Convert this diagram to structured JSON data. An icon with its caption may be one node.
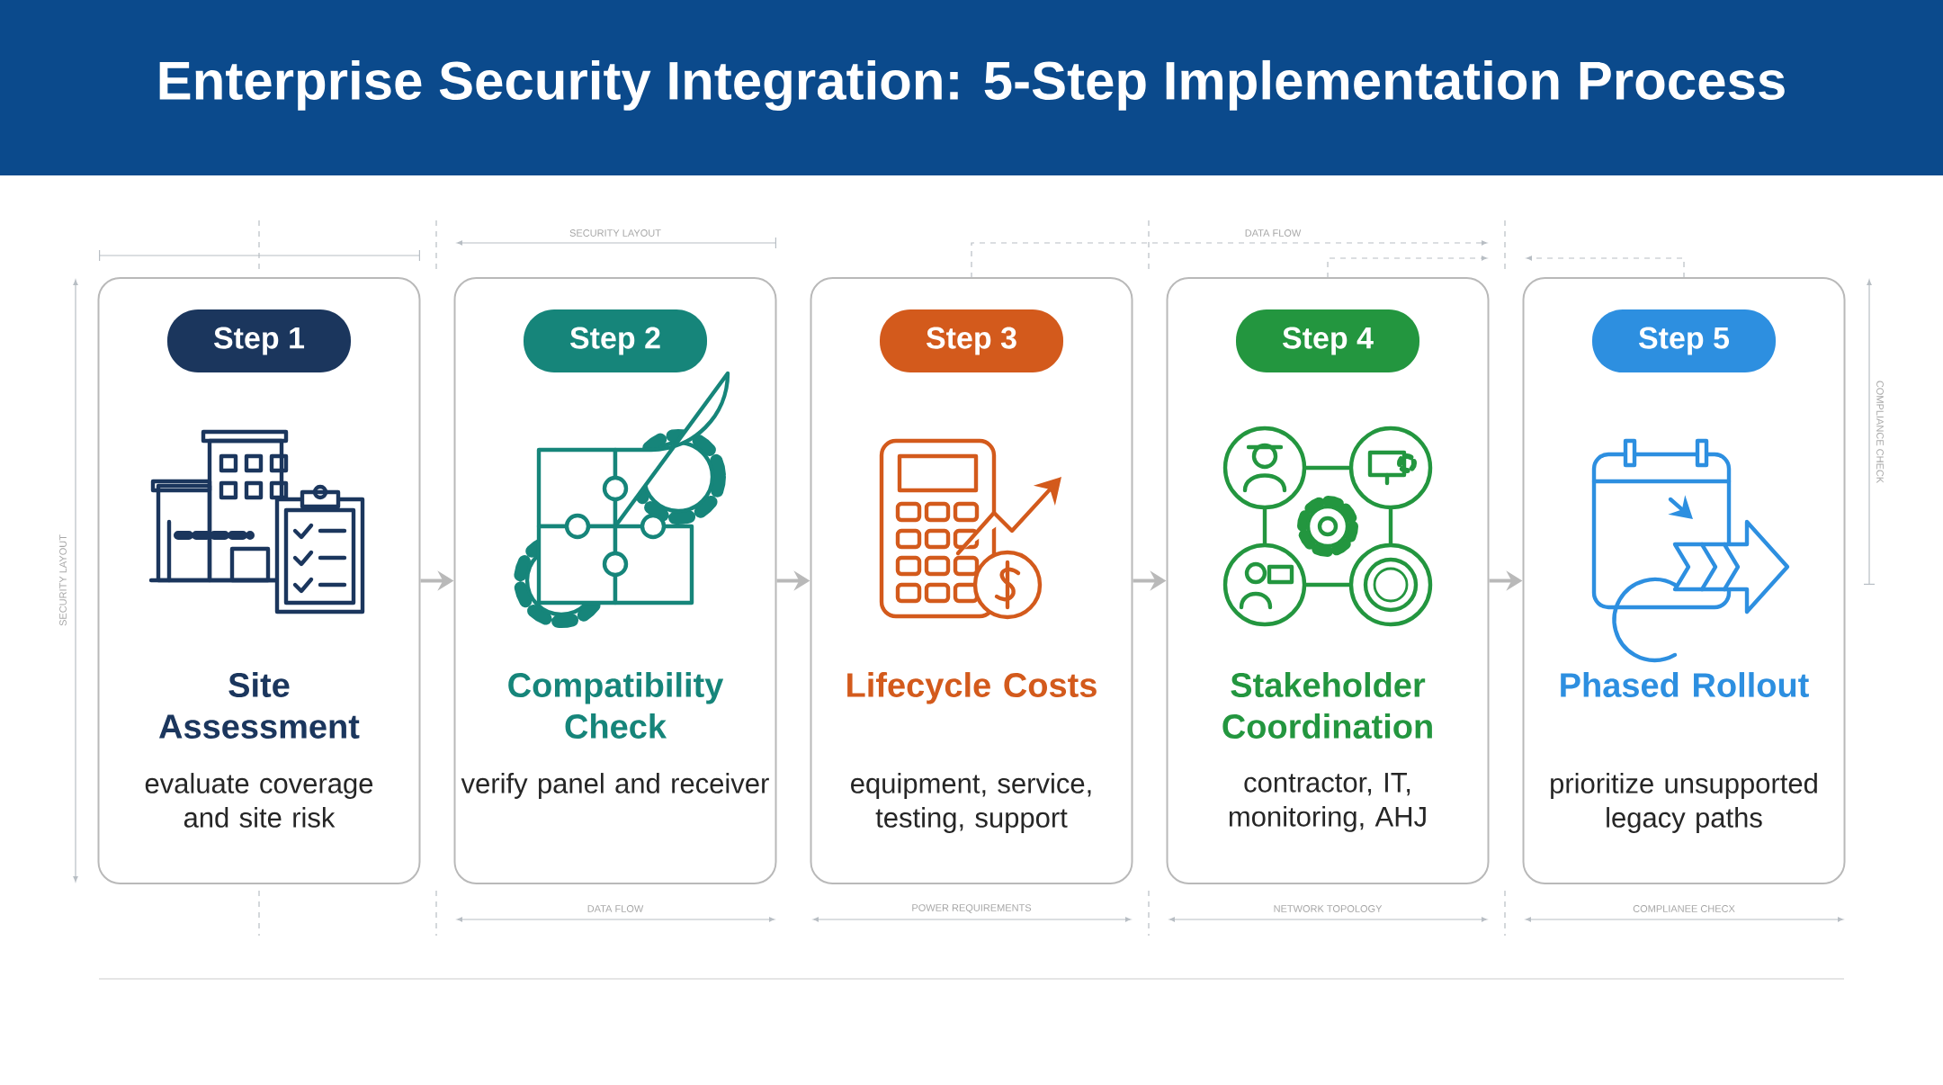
{
  "diagram": {
    "title": "Enterprise Security Integration: 5-Step Implementation Process",
    "nodes": [
      {
        "text": [
          "Step 1",
          "Site Assessment",
          "evaluate coverage and site risk"
        ]
      },
      {
        "text": [
          "Step 2",
          "Compatibility Check",
          "verify panel and receiver"
        ]
      },
      {
        "text": [
          "Step 3",
          "Lifecycle Costs",
          "equipment, service, testing, support"
        ]
      },
      {
        "text": [
          "Step 4",
          "Stakeholder Coordination",
          "contractor, IT, monitoring, AHJ"
        ]
      },
      {
        "text": [
          "Step 5",
          "Phased Rollout",
          "prioritize unsupported legacy paths"
        ]
      }
    ],
    "edges": [
      {
        "from": 0,
        "to": 1,
        "arrow": "to"
      },
      {
        "from": 1,
        "to": 2,
        "arrow": "to"
      },
      {
        "from": 2,
        "to": 3,
        "arrow": "to"
      },
      {
        "from": 3,
        "to": 4,
        "arrow": "to"
      }
    ],
    "labels": [
      "SECURITY LAYOUT",
      "DATA FLOW",
      "SECURITY LAYOUT",
      "COMPLIANCE CHECK",
      "DATA FLOW",
      "POWER REQUIREMENTS",
      "NETWORK TOPOLOGY",
      "COMPLIANEE CHECX"
    ]
  }
}
